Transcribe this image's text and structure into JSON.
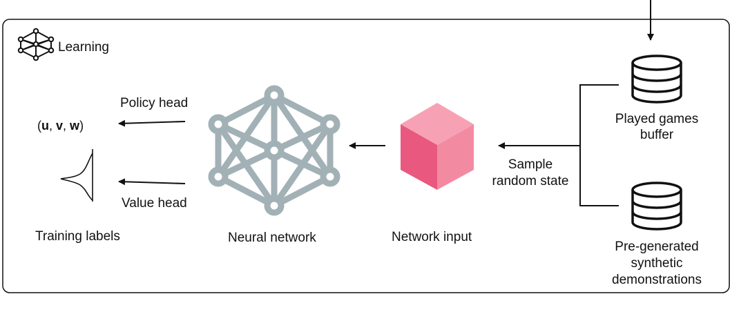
{
  "panel": {
    "title": "Learning",
    "icon": "neural-network-icon"
  },
  "training_labels": {
    "tuple_open": "(",
    "u": "u",
    "sep1": ", ",
    "v": "v",
    "sep2": ", ",
    "w": "w",
    "tuple_close": ")",
    "caption": "Training labels",
    "distribution_icon": "bell-curve-icon"
  },
  "heads": {
    "policy": "Policy head",
    "value": "Value head"
  },
  "neural_network": {
    "caption": "Neural network",
    "icon": "neural-network-icon"
  },
  "network_input": {
    "caption": "Network input",
    "icon": "cube-icon"
  },
  "sampling": {
    "line1": "Sample",
    "line2": "random state"
  },
  "sources": {
    "played_games": {
      "line1": "Played games",
      "line2": "buffer",
      "icon": "database-icon"
    },
    "synthetic": {
      "line1": "Pre-generated",
      "line2": "synthetic",
      "line3": "demonstrations",
      "icon": "database-icon"
    }
  },
  "colors": {
    "network_gray": "#a2b1b6",
    "cube_top": "#f7a2b4",
    "cube_front": "#e8587f",
    "cube_right": "#f28ba2",
    "stroke": "#111111"
  }
}
